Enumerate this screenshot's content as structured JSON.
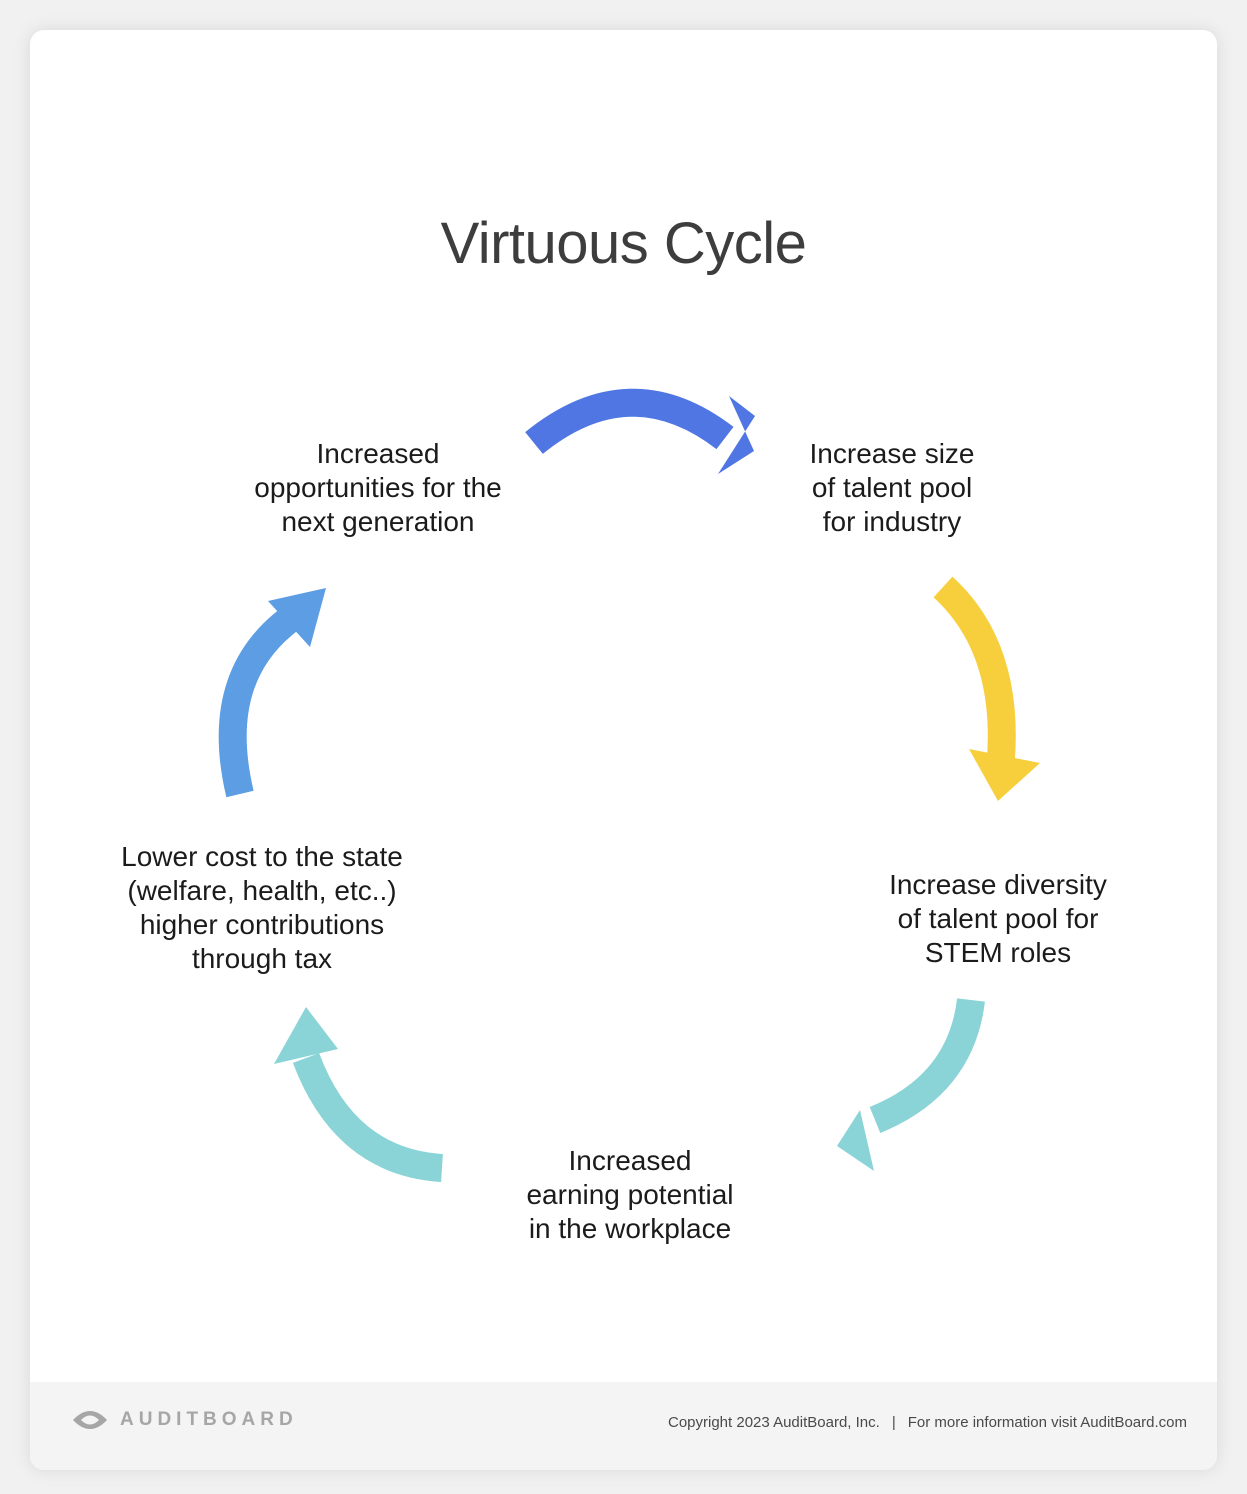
{
  "title": "Virtuous Cycle",
  "nodes": {
    "top_left": [
      "Increased",
      "opportunities for the",
      "next generation"
    ],
    "top_right": [
      "Increase size",
      "of talent pool",
      "for industry"
    ],
    "right": [
      "Increase diversity",
      "of talent pool for",
      "STEM roles"
    ],
    "bottom": [
      "Increased",
      "earning potential",
      "in the workplace"
    ],
    "left": [
      "Lower cost to the state",
      "(welfare, health, etc..)",
      "higher contributions",
      "through tax"
    ]
  },
  "colors": {
    "arrow_top": "#4f76e3",
    "arrow_right": "#f7cf3d",
    "arrow_lower": "#8ad4d8",
    "arrow_left": "#5c9de3"
  },
  "footer": {
    "logo_text": "AUDITBOARD",
    "copyright": "Copyright 2023 AuditBoard, Inc.",
    "separator": "|",
    "more_info": "For more information visit AuditBoard.com"
  }
}
